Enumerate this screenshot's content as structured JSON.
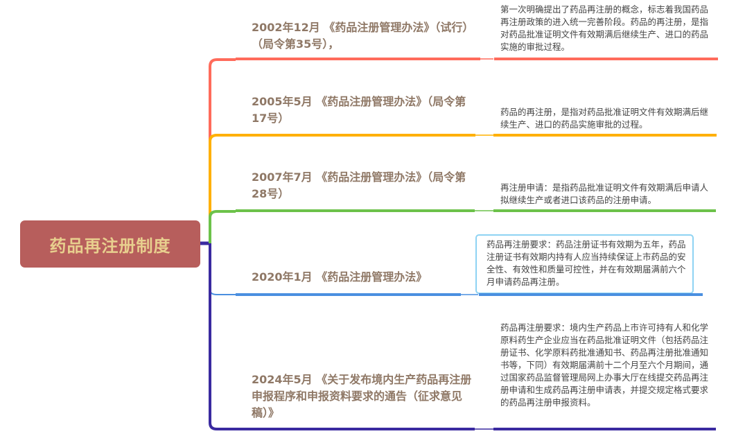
{
  "root": {
    "label": "药品再注册制度",
    "fill_color": "#b75e5c",
    "text_color": "#e8cf8e"
  },
  "branches": [
    {
      "title": "2002年12月 《药品注册管理办法》（试行）（局令第35号），",
      "color": "#ff6b5b",
      "detail": "第一次明确提出了药品再注册的概念，标志着我国药品再注册政策的进入统一完善阶段。药品的再注册，是指对药品批准证明文件有效期满后继续生产、进口的药品实施的审批过程。"
    },
    {
      "title": "2005年5月 《药品注册管理办法》（局令第17号）",
      "color": "#ffb000",
      "detail": "药品的再注册，是指对药品批准证明文件有效期满后继续生产、进口的药品实施审批的过程。"
    },
    {
      "title": "2007年7月 《药品注册管理办法》（局令第28号）",
      "color": "#6cc24a",
      "detail": "再注册申请：是指药品批准证明文件有效期满后申请人拟继续生产或者进口该药品的注册申请。"
    },
    {
      "title": "2020年1月 《药品注册管理办法》",
      "color": "#4a8fe0",
      "detail": "药品再注册要求：药品注册证书有效期为五年，药品注册证书有效期内持有人应当持续保证上市药品的安全性、有效性和质量可控性，并在有效期届满前六个月申请药品再注册。",
      "detail_box_border": "#8ed3f3"
    },
    {
      "title": "2024年5月 《关于发布境内生产药品再注册申报程序和申报资料要求的通告（征求意见稿）》",
      "color": "#3a2aa0",
      "detail": "药品再注册要求：境内生产药品上市许可持有人和化学原料药生产企业应当在药品批准证明文件（包括药品注册证书、化学原料药批准通知书、药品再注册批准通知书等，下同）有效期届满前十二个月至六个月期间，通过国家药品监督管理局网上办事大厅在线提交药品再注册申请和生成药品再注册申请表，并提交规定格式要求的药品再注册申报资料。"
    }
  ]
}
